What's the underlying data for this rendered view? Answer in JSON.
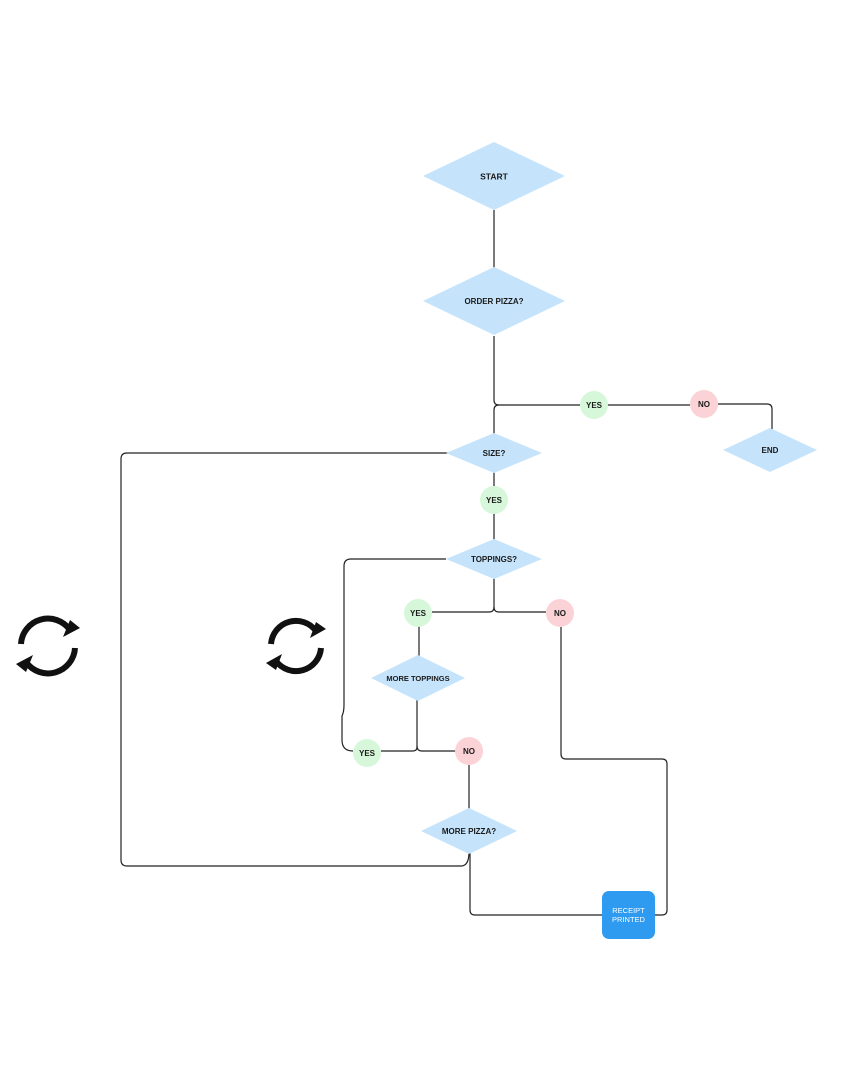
{
  "colors": {
    "decision_fill": "#c5e4fb",
    "yes_fill": "#d6f7d9",
    "no_fill": "#fbd3d6",
    "terminal_fill": "#2f9bf0",
    "line": "#222222",
    "loop_icon": "#111111"
  },
  "nodes": {
    "start": "START",
    "order_pizza": "ORDER PIZZA?",
    "yes_order": "YES",
    "no_order": "NO",
    "end": "END",
    "size": "SIZE?",
    "yes_size": "YES",
    "toppings": "TOPPINGS?",
    "yes_toppings": "YES",
    "no_toppings": "NO",
    "more_toppings": "MORE TOPPINGS",
    "yes_more_toppings": "YES",
    "no_more_toppings": "NO",
    "more_pizza": "MORE PIZZA?",
    "receipt_line1": "RECEIPT",
    "receipt_line2": "PRINTED"
  },
  "icons": [
    "loop-icon",
    "loop-icon"
  ]
}
